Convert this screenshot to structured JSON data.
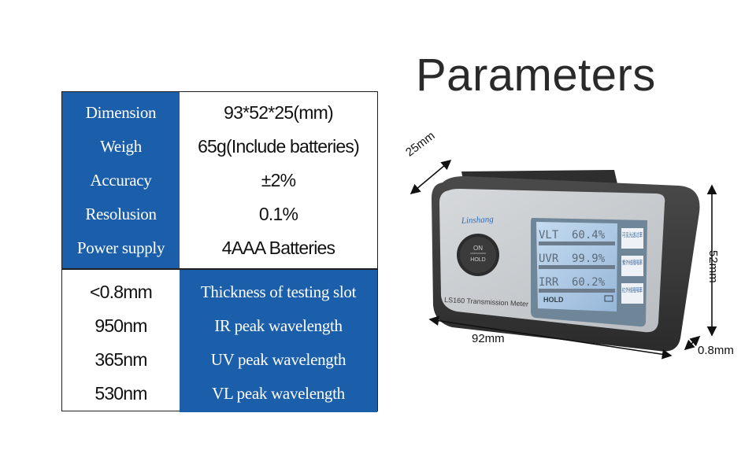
{
  "title": "Parameters",
  "specs": [
    {
      "label": "Dimension",
      "value": "93*52*25(mm)"
    },
    {
      "label": "Weigh",
      "value": "65g(Include batteries)"
    },
    {
      "label": "Accuracy",
      "value": "±2%"
    },
    {
      "label": "Resolusion",
      "value": "0.1%"
    },
    {
      "label": "Power supply",
      "value": "4AAA Batteries"
    }
  ],
  "features": [
    {
      "value": "<0.8mm",
      "label": "Thickness of testing slot"
    },
    {
      "value": "950nm",
      "label": "IR peak wavelength"
    },
    {
      "value": "365nm",
      "label": "UV peak wavelength"
    },
    {
      "value": "530nm",
      "label": "VL peak wavelength"
    }
  ],
  "device": {
    "brand": "Linshang",
    "model": "LS160 Transmission Meter",
    "power_button_top": "ON",
    "power_button_bottom": "HOLD",
    "screen": [
      {
        "name": "VLT",
        "value": "60.4%",
        "tag": "可见光透过率"
      },
      {
        "name": "UVR",
        "value": "99.9%",
        "tag": "紫外线阻隔率"
      },
      {
        "name": "IRR",
        "value": "60.2%",
        "tag": "红外线阻隔率"
      }
    ],
    "hold_text": "HOLD"
  },
  "dimensions": {
    "depth": "25mm",
    "width": "92mm",
    "height": "52mm",
    "slot": "0.8mm"
  },
  "colors": {
    "table_blue": "#1b5ea9",
    "device_body": "#3a3a3a",
    "device_face": "#c9cccf",
    "screen": "#a9c6e4"
  }
}
